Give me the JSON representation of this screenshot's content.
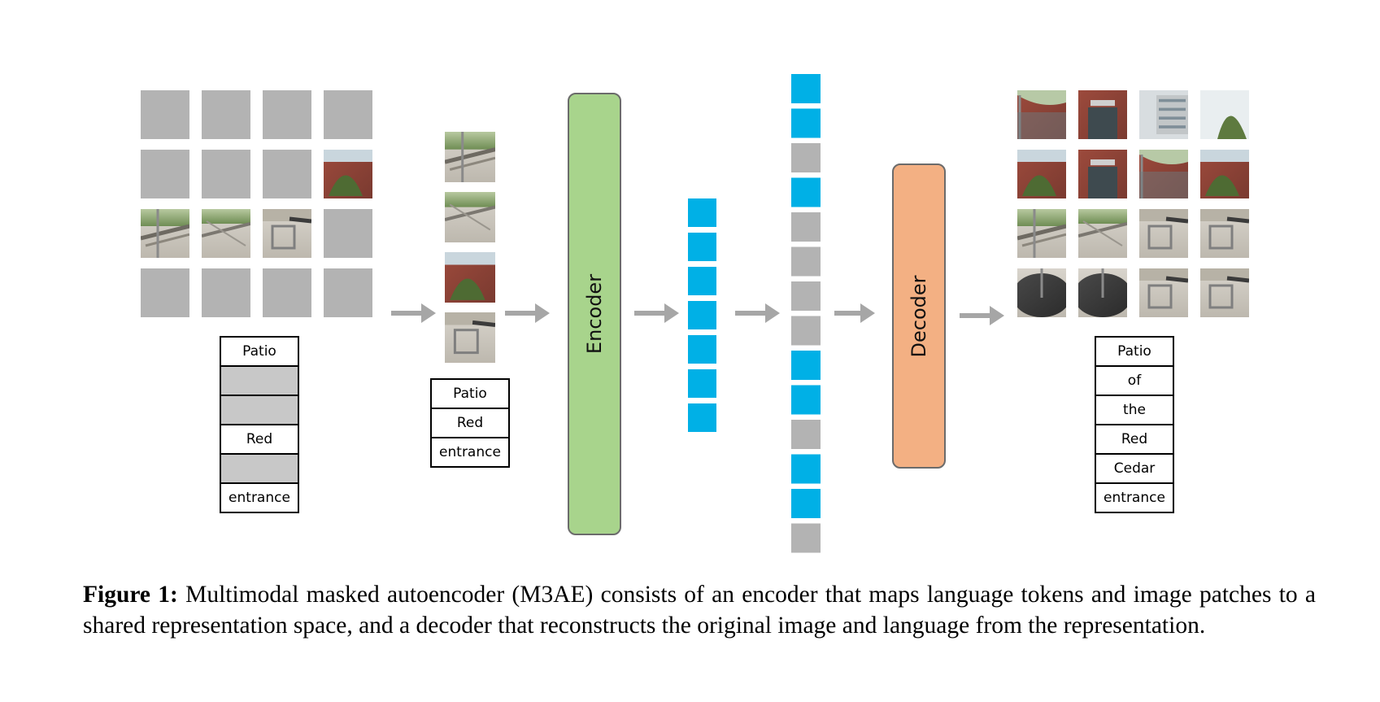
{
  "input_tokens": [
    {
      "text": "Patio",
      "masked": false
    },
    {
      "text": "",
      "masked": true
    },
    {
      "text": "",
      "masked": true
    },
    {
      "text": "Red",
      "masked": false
    },
    {
      "text": "",
      "masked": true
    },
    {
      "text": "entrance",
      "masked": false
    }
  ],
  "visible_tokens": [
    "Patio",
    "Red",
    "entrance"
  ],
  "output_tokens": [
    "Patio",
    "of",
    "the",
    "Red",
    "Cedar",
    "entrance"
  ],
  "encoder_label": "Encoder",
  "decoder_label": "Decoder",
  "input_patch_grid": [
    [
      "masked",
      "masked",
      "masked",
      "masked"
    ],
    [
      "masked",
      "masked",
      "masked",
      "image"
    ],
    [
      "image",
      "image",
      "image",
      "masked"
    ],
    [
      "masked",
      "masked",
      "masked",
      "masked"
    ]
  ],
  "visible_patch_count": 4,
  "encoded_token_count": 7,
  "decoder_input_sequence": [
    "encoded",
    "encoded",
    "mask",
    "encoded",
    "mask",
    "mask",
    "mask",
    "mask",
    "encoded",
    "encoded",
    "mask",
    "encoded",
    "encoded",
    "mask"
  ],
  "caption": {
    "label": "Figure 1:",
    "text": "Multimodal masked autoencoder (M3AE) consists of an encoder that maps language tokens and image patches to a shared representation space, and a decoder that reconstructs the original image and language from the representation."
  },
  "colors": {
    "masked_patch": "#b3b3b3",
    "masked_token": "#c8c8c8",
    "encoded_token": "#00b0e6",
    "arrow": "#a6a6a6",
    "encoder_fill": "#a8d48c",
    "decoder_fill": "#f3b083"
  }
}
